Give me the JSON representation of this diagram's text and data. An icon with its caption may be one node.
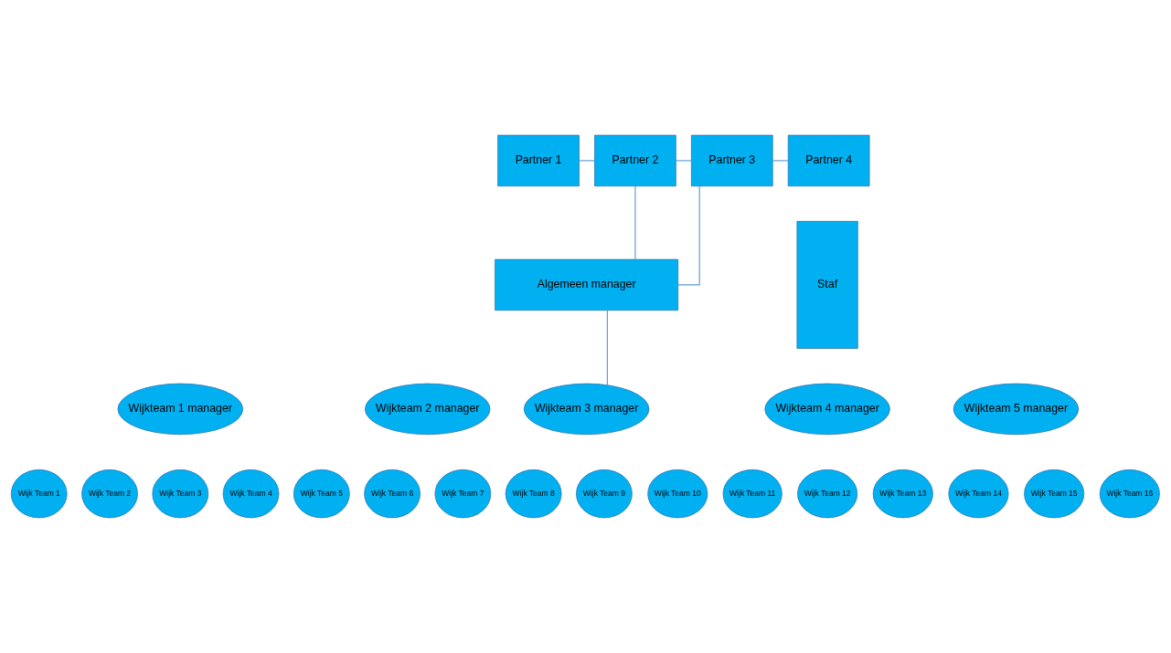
{
  "diagram": {
    "nodes": [
      {
        "text": [
          "Partner 1"
        ]
      },
      {
        "text": [
          "Partner 2"
        ]
      },
      {
        "text": [
          "Partner 3"
        ]
      },
      {
        "text": [
          "Partner 4"
        ]
      },
      {
        "text": [
          "Algemeen manager"
        ]
      },
      {
        "text": [
          "Staf"
        ]
      },
      {
        "text": [
          "Wijkteam 1 manager"
        ]
      },
      {
        "text": [
          "Wijkteam 2 manager"
        ]
      },
      {
        "text": [
          "Wijkteam 3 manager"
        ]
      },
      {
        "text": [
          "Wijkteam 4 manager"
        ]
      },
      {
        "text": [
          "Wijkteam 5 manager"
        ]
      },
      {
        "text": [
          "Wijk Team 1"
        ]
      },
      {
        "text": [
          "Wijk Team 2"
        ]
      },
      {
        "text": [
          "Wijk Team 3"
        ]
      },
      {
        "text": [
          "Wijk Team 4"
        ]
      },
      {
        "text": [
          "Wijk Team 5"
        ]
      },
      {
        "text": [
          "Wijk Team 6"
        ]
      },
      {
        "text": [
          "Wijk Team 7"
        ]
      },
      {
        "text": [
          "Wijk Team 8"
        ]
      },
      {
        "text": [
          "Wijk Team 9"
        ]
      },
      {
        "text": [
          "Wijk Team 10"
        ]
      },
      {
        "text": [
          "Wijk Team 11"
        ]
      },
      {
        "text": [
          "Wijk Team 12"
        ]
      },
      {
        "text": [
          "Wijk Team 13"
        ]
      },
      {
        "text": [
          "Wijk Team 14"
        ]
      },
      {
        "text": [
          "Wijk Team 15"
        ]
      },
      {
        "text": [
          "Wijk Team 16"
        ]
      }
    ],
    "edges": [
      {
        "from": 0,
        "to": 1,
        "arrow": "none"
      },
      {
        "from": 1,
        "to": 2,
        "arrow": "none"
      },
      {
        "from": 2,
        "to": 3,
        "arrow": "none"
      },
      {
        "from": 1,
        "to": 4,
        "arrow": "none"
      },
      {
        "from": 2,
        "to": 4,
        "arrow": "none"
      },
      {
        "from": 4,
        "to": 8,
        "arrow": "none"
      }
    ]
  }
}
